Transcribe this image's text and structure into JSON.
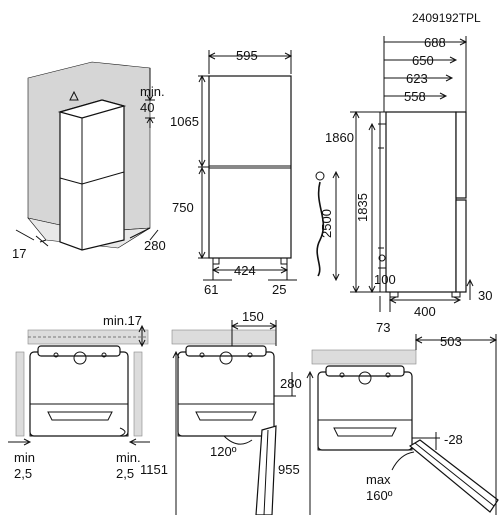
{
  "model_code": "2409192TPL",
  "perspective": {
    "min_top": "min.",
    "min_top_value": "40",
    "side_left": "17",
    "side_right": "280"
  },
  "front": {
    "width": "595",
    "upper_height": "1065",
    "lower_height": "750",
    "feet_spacing": "424",
    "left_offset": "61",
    "right_offset": "25"
  },
  "cable": {
    "length": "2500"
  },
  "side": {
    "depth_688": "688",
    "depth_650": "650",
    "depth_623": "623",
    "depth_558": "558",
    "height_1860": "1860",
    "height_1835": "1835",
    "clearance_100": "100",
    "base_400": "400",
    "base_73": "73",
    "base_30": "30"
  },
  "top_view_1": {
    "min17": "min.17",
    "left_min": "min",
    "left_min_value": "2,5",
    "right_min": "min.",
    "right_min_value": "2,5"
  },
  "top_view_2": {
    "width150": "150",
    "offset280": "280",
    "angle120": "120º",
    "depth1151": "1151"
  },
  "top_view_3": {
    "width503": "503",
    "offset28": "-28",
    "max": "max",
    "angle160": "160º",
    "depth955": "955"
  }
}
